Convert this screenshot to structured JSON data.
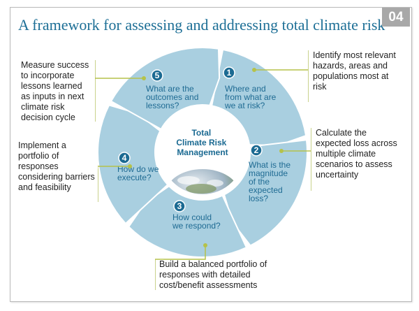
{
  "header": {
    "title": "A framework for assessing and addressing total climate risk",
    "badge": "04"
  },
  "center": {
    "title_lines": [
      "Total",
      "Climate Risk",
      "Management"
    ],
    "image_icon": "earth-globe-icon"
  },
  "steps": [
    {
      "number": "1",
      "question_lines": [
        "Where and",
        "from what are",
        "we at risk?"
      ],
      "description": "Identify most relevant hazards, areas and populations most at risk"
    },
    {
      "number": "2",
      "question_lines": [
        "What is the",
        "magnitude",
        "of the",
        "expected",
        "loss?"
      ],
      "description": "Calculate the expected loss across multiple climate scenarios to assess uncertainty"
    },
    {
      "number": "3",
      "question_lines": [
        "How could",
        "we respond?"
      ],
      "description": "Build a balanced portfolio of responses with detailed cost/benefit assessments"
    },
    {
      "number": "4",
      "question_lines": [
        "How do we",
        "execute?"
      ],
      "description": "Implement a portfolio of responses considering barriers and feasibility"
    },
    {
      "number": "5",
      "question_lines": [
        "What are the",
        "outcomes and",
        "lessons?"
      ],
      "description": "Measure success to incorporate lessons learned as inputs in next climate risk decision cycle"
    }
  ],
  "colors": {
    "ring": "#a9cfe0",
    "ring_gap": "#ffffff",
    "number_circle": "#1b6a92",
    "connector": "#b5c24a",
    "title": "#1d6f96",
    "badge": "#a8a8a8"
  }
}
